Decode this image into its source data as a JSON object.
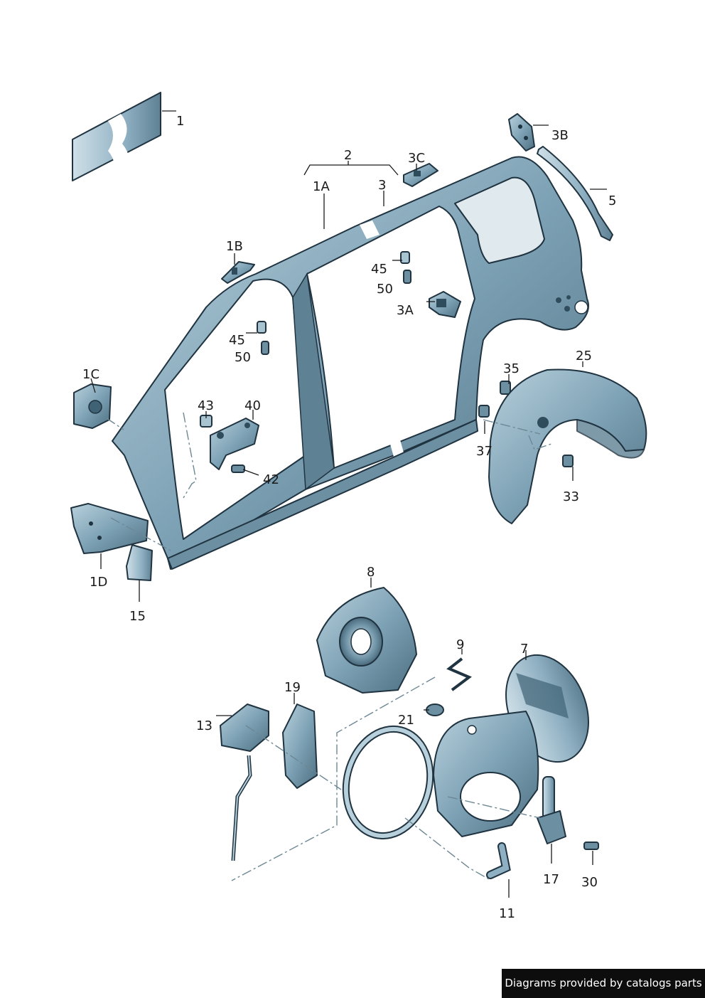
{
  "callouts": {
    "c1": "1",
    "c2": "2",
    "c1A": "1A",
    "c3": "3",
    "c3C": "3C",
    "c3B": "3B",
    "c5": "5",
    "c1B": "1B",
    "c45a": "45",
    "c50a": "50",
    "c3A": "3A",
    "c45b": "45",
    "c50b": "50",
    "c1C": "1C",
    "c43": "43",
    "c40": "40",
    "c42": "42",
    "c35": "35",
    "c25": "25",
    "c37": "37",
    "c33": "33",
    "c1D": "1D",
    "c15": "15",
    "c8": "8",
    "c9": "9",
    "c7": "7",
    "c19": "19",
    "c13": "13",
    "c21": "21",
    "c17": "17",
    "c30": "30",
    "c11": "11"
  },
  "footer": {
    "text": "Diagrams provided by catalogs parts"
  },
  "colors": {
    "body": "#7fa3b6",
    "body_light": "#b8d0dc",
    "body_dark": "#4d6f82",
    "outline": "#1f3340"
  }
}
